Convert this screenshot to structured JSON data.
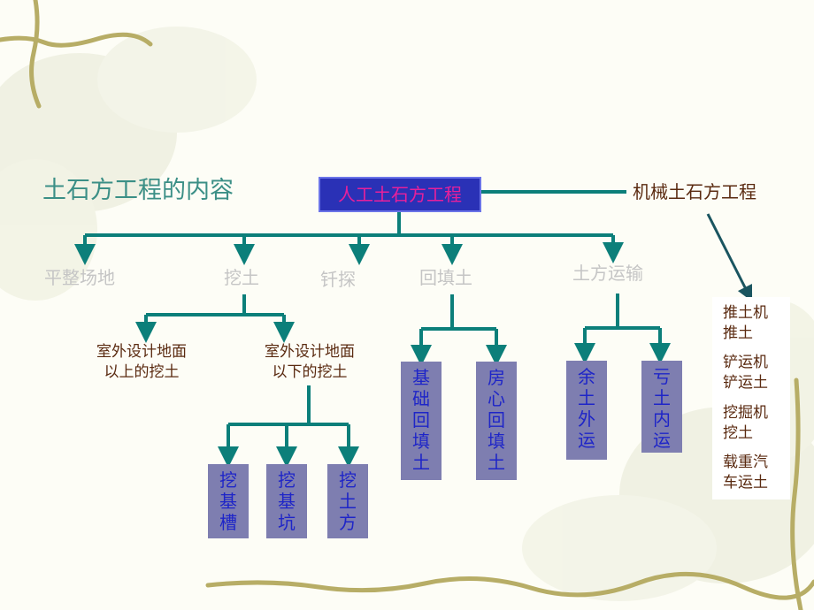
{
  "title": "土石方工程的内容",
  "root": "人工土石方工程",
  "mechanical": "机械土石方工程",
  "categories": [
    "平整场地",
    "挖土",
    "钎探",
    "回填土",
    "土方运输"
  ],
  "excavation_sub": [
    "室外设计地面以上的挖土",
    "室外设计地面以下的挖土"
  ],
  "excavation_sub_lines": [
    [
      "室外设计地面",
      "以上的挖土"
    ],
    [
      "室外设计地面",
      "以下的挖土"
    ]
  ],
  "excavation_types": [
    "挖基槽",
    "挖基坑",
    "挖土方"
  ],
  "backfill_types": [
    "基础回填土",
    "房心回填土"
  ],
  "transport_types": [
    "余土外运",
    "亏土内运"
  ],
  "machinery": [
    [
      "推土机",
      "推土"
    ],
    [
      "铲运机",
      "铲运土"
    ],
    [
      "挖掘机",
      "挖土"
    ],
    [
      "载重汽",
      "车运土"
    ]
  ],
  "colors": {
    "connector": "#0c7f7a",
    "root_fill": "#2a31b6",
    "root_text": "#e8209b",
    "box_fill": "#7e7eb0",
    "box_text": "#1e25c8",
    "category_text": "#c5c5c5",
    "title_text": "#3b8f86",
    "brown_text": "#5a2a10"
  }
}
